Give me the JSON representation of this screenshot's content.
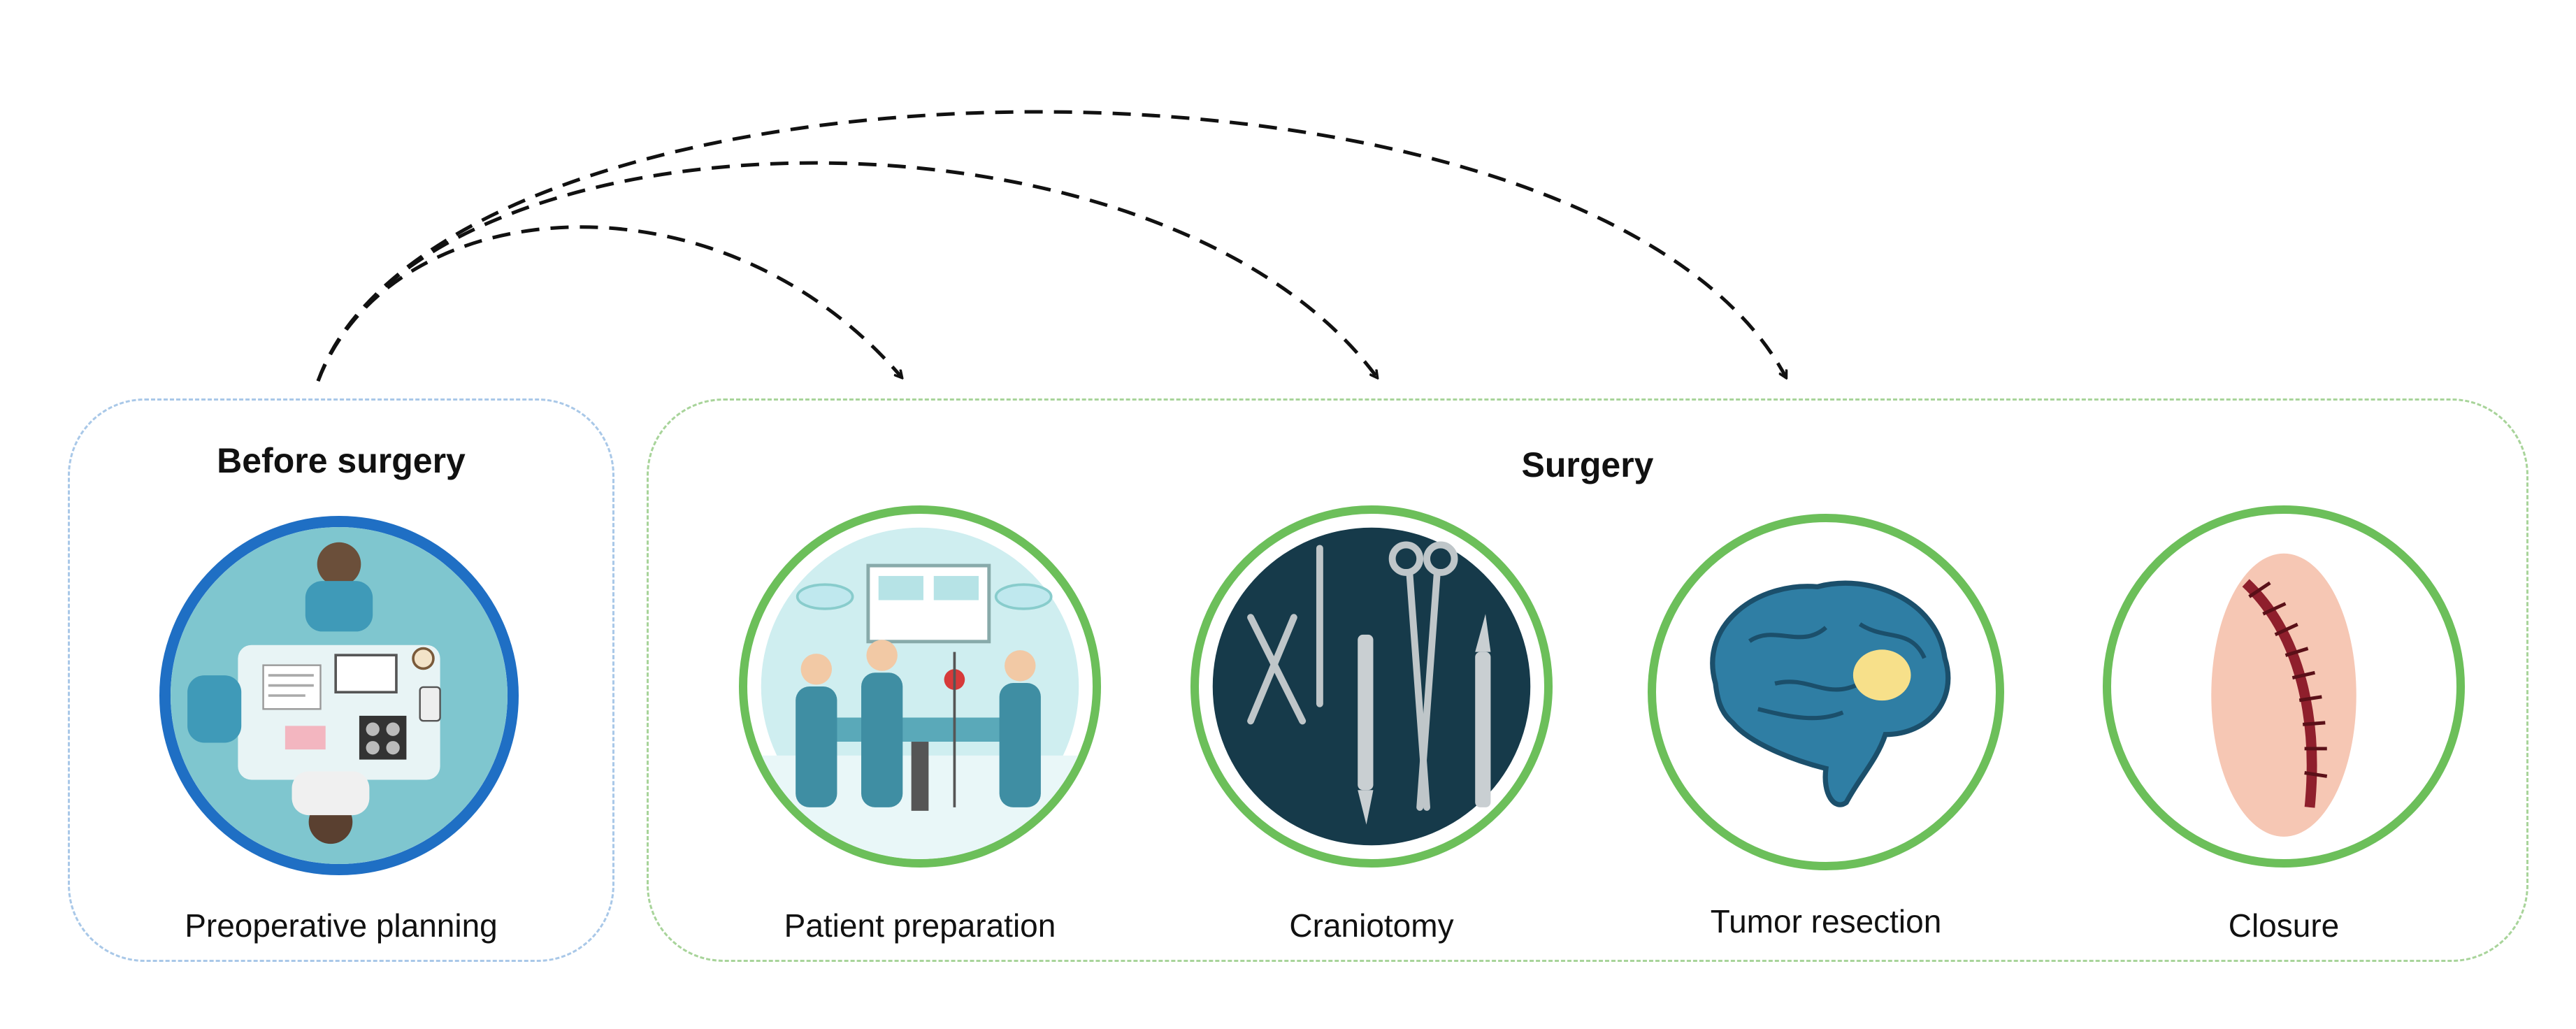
{
  "sections": {
    "before": {
      "title": "Before surgery",
      "stages": [
        {
          "id": "preoperative-planning",
          "label": "Preoperative planning",
          "icon": "planning-meeting-icon"
        }
      ]
    },
    "surgery": {
      "title": "Surgery",
      "stages": [
        {
          "id": "patient-preparation",
          "label": "Patient preparation",
          "icon": "operating-room-icon"
        },
        {
          "id": "craniotomy",
          "label": "Craniotomy",
          "icon": "surgical-instruments-icon"
        },
        {
          "id": "tumor-resection",
          "label": "Tumor resection",
          "icon": "brain-tumor-icon"
        },
        {
          "id": "closure",
          "label": "Closure",
          "icon": "sutured-incision-icon"
        }
      ]
    }
  },
  "connections": [
    {
      "from": "preoperative-planning",
      "to": "patient-preparation",
      "style": "dashed-arrow"
    },
    {
      "from": "preoperative-planning",
      "to": "craniotomy",
      "style": "dashed-arrow"
    },
    {
      "from": "preoperative-planning",
      "to": "tumor-resection",
      "style": "dashed-arrow"
    }
  ],
  "colors": {
    "before_box_border": "#a9c8e8",
    "surgery_box_border": "#a8d49a",
    "planning_ring": "#1f6fc4",
    "surgery_ring": "#6cbf5a",
    "arrow": "#111111"
  }
}
